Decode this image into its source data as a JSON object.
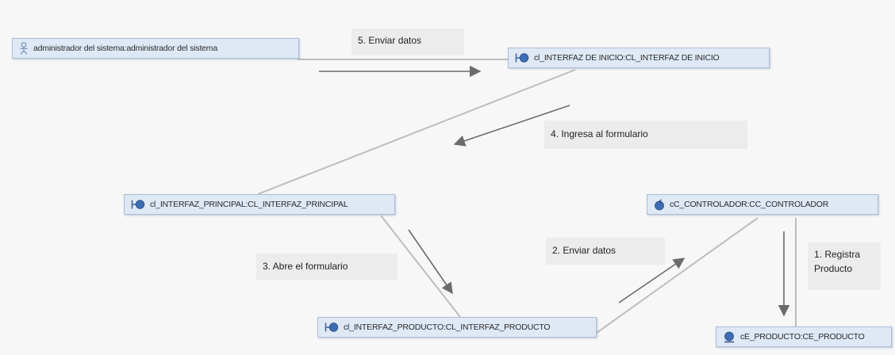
{
  "nodes": {
    "admin": "administrador del sistema:administrador del sistema",
    "inicio": "cl_INTERFAZ DE INICIO:CL_INTERFAZ DE INICIO",
    "principal": "cl_INTERFAZ_PRINCIPAL:CL_INTERFAZ_PRINCIPAL",
    "controlador": "cC_CONTROLADOR:CC_CONTROLADOR",
    "producto_if": "cl_INTERFAZ_PRODUCTO:CL_INTERFAZ_PRODUCTO",
    "producto": "cE_PRODUCTO:CE_PRODUCTO"
  },
  "messages": {
    "m5": "5. Enviar datos",
    "m4": "4. Ingresa al formulario",
    "m3": "3. Abre el formulario",
    "m2": "2. Enviar datos",
    "m1_line1": "1. Registra",
    "m1_line2": "Producto"
  },
  "colors": {
    "node_fill": "#dfe8f5",
    "node_border": "#aebfd6",
    "link": "#bdbdbd",
    "arrow": "#6b6b6b",
    "label_bg": "#ececec"
  },
  "icons": {
    "actor": "actor-icon",
    "boundary": "boundary-icon",
    "control": "control-icon",
    "entity": "entity-icon"
  }
}
